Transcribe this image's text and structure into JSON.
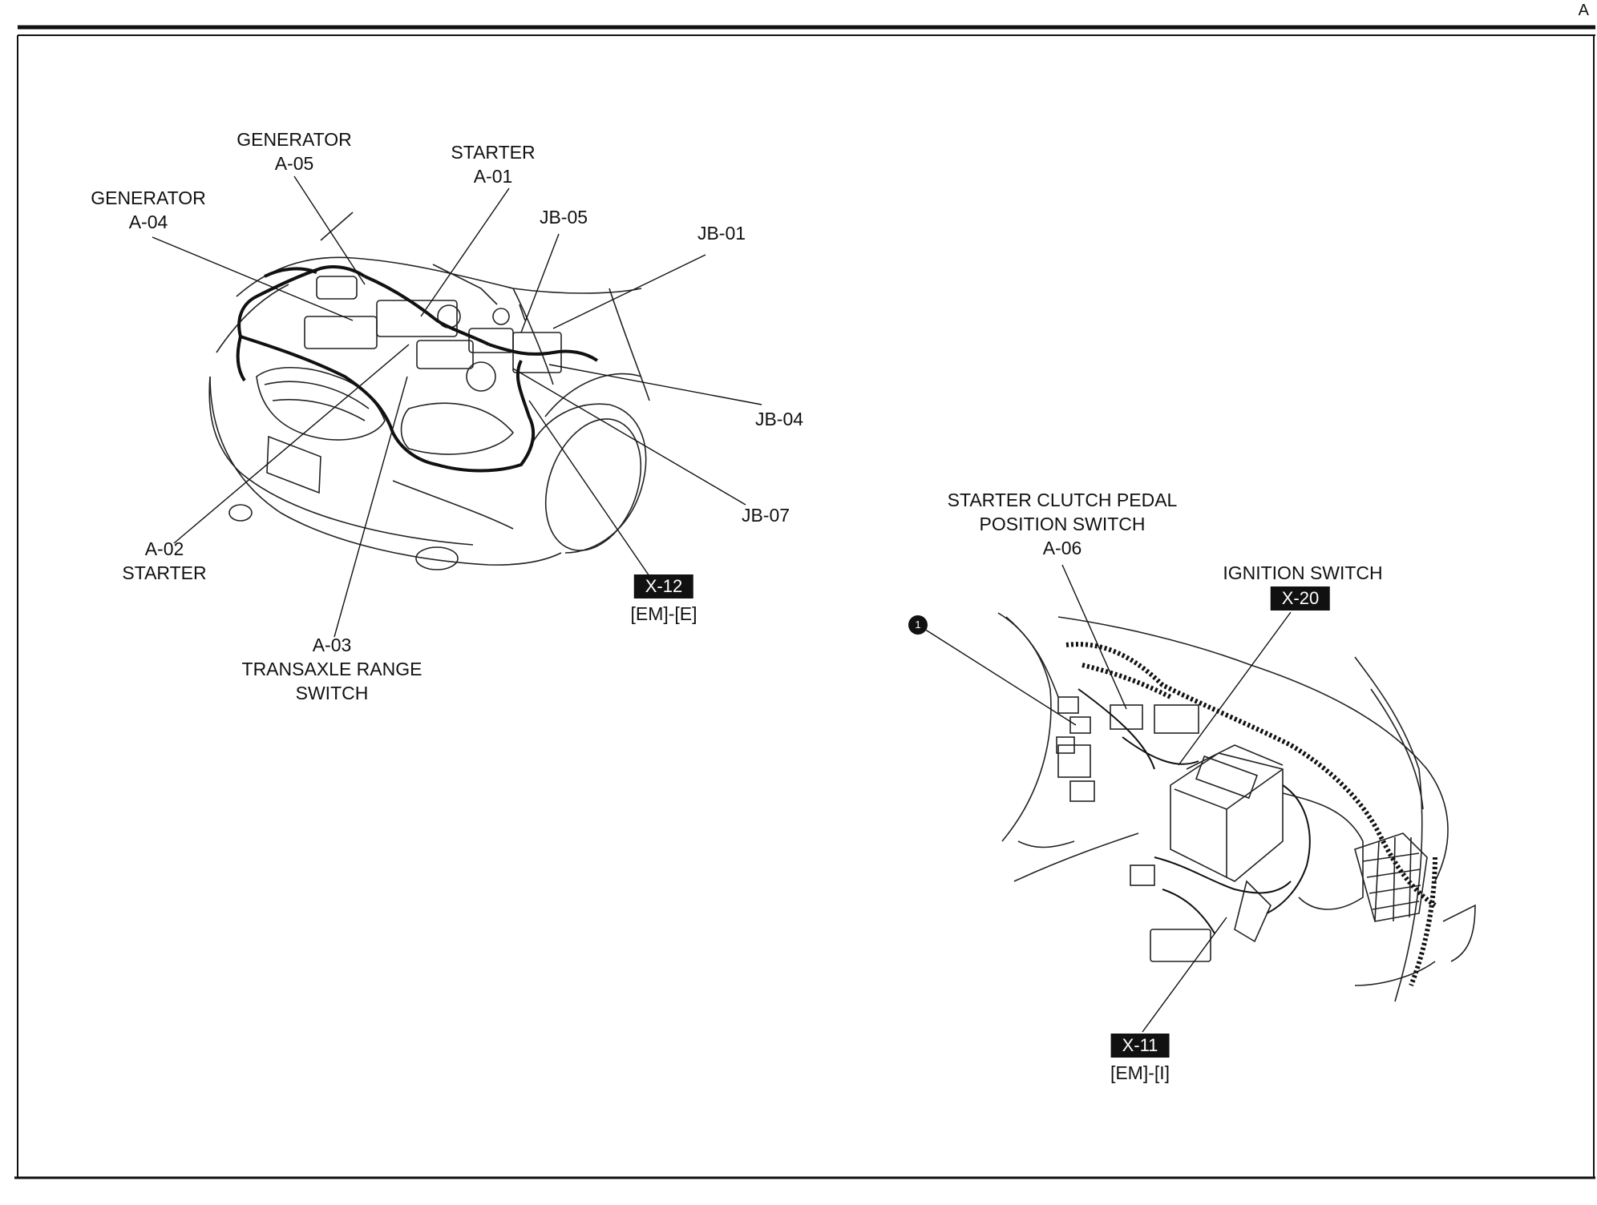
{
  "page_corner": "A",
  "engine_bay": {
    "generator_a05": [
      "GENERATOR",
      "A-05"
    ],
    "starter_a01": [
      "STARTER",
      "A-01"
    ],
    "generator_a04": [
      "GENERATOR",
      "A-04"
    ],
    "jb05": "JB-05",
    "jb01": "JB-01",
    "jb04": "JB-04",
    "jb07": "JB-07",
    "starter_a02": [
      "A-02",
      "STARTER"
    ],
    "transaxle_a03": [
      "A-03",
      "TRANSAXLE RANGE",
      "SWITCH"
    ],
    "ref_x12": {
      "box": "X-12",
      "sub": "[EM]-[E]"
    }
  },
  "cabin": {
    "clutch_switch_a06": [
      "STARTER CLUTCH PEDAL",
      "POSITION SWITCH",
      "A-06"
    ],
    "ignition_switch": "IGNITION SWITCH",
    "ref_x20": "X-20",
    "ref_x11": {
      "box": "X-11",
      "sub": "[EM]-[I]"
    },
    "callout_number": "1"
  }
}
